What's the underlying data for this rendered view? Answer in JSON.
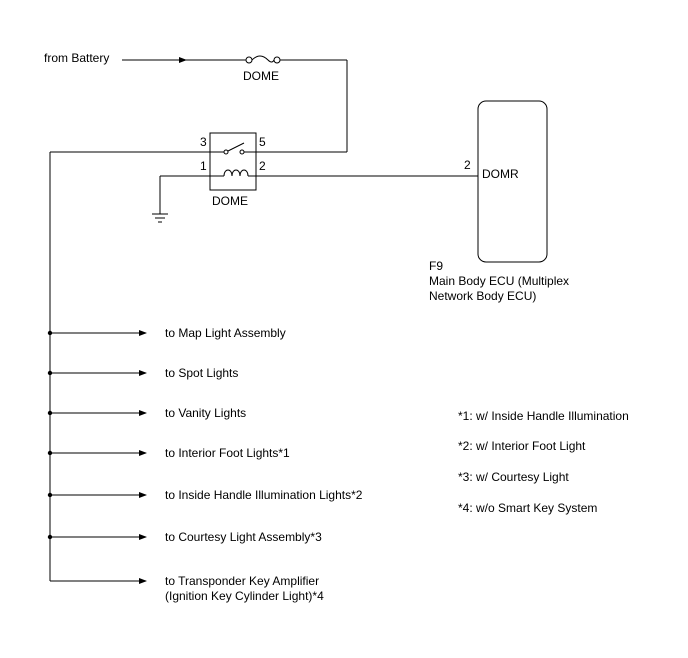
{
  "source": {
    "label": "from Battery"
  },
  "fuse": {
    "label": "DOME"
  },
  "relay": {
    "label": "DOME",
    "pins": {
      "p3": "3",
      "p5": "5",
      "p1": "1",
      "p2": "2"
    }
  },
  "ecu": {
    "pin": "2",
    "terminal": "DOMR",
    "connector": "F9",
    "name_line1": "Main Body ECU (Multiplex",
    "name_line2": "Network Body ECU)"
  },
  "loads": [
    {
      "line1": "to Map Light Assembly",
      "line2": ""
    },
    {
      "line1": "to Spot Lights",
      "line2": ""
    },
    {
      "line1": "to Vanity Lights",
      "line2": ""
    },
    {
      "line1": "to Interior Foot Lights*1",
      "line2": ""
    },
    {
      "line1": "to Inside Handle Illumination Lights*2",
      "line2": ""
    },
    {
      "line1": "to Courtesy Light Assembly*3",
      "line2": ""
    },
    {
      "line1": "to Transponder Key Amplifier",
      "line2": "(Ignition Key Cylinder Light)*4"
    }
  ],
  "notes": [
    "*1: w/ Inside Handle Illumination",
    "*2: w/ Interior Foot Light",
    "*3: w/ Courtesy Light",
    "*4: w/o Smart Key System"
  ]
}
